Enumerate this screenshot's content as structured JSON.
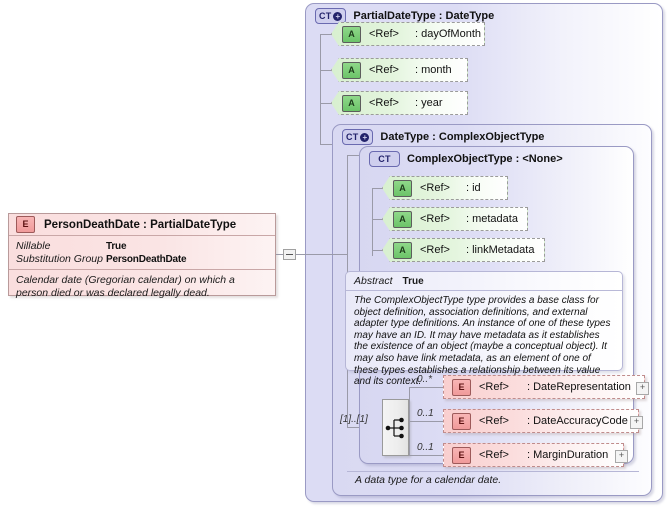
{
  "diagram": {
    "type": "xsd-schema-tree",
    "title": "PersonDeathDate : PartialDateType"
  },
  "element_definition": {
    "badge": "E",
    "title": "PersonDeathDate : PartialDateType",
    "properties": [
      {
        "label": "Nillable",
        "value": "True"
      },
      {
        "label": "Substitution Group",
        "value": "PersonDeathDate"
      }
    ],
    "documentation": "Calendar date (Gregorian calendar) on which a person died or was declared legally dead.",
    "toggle": "−"
  },
  "partial_date_type": {
    "badge": "CT",
    "badge_plus": "+",
    "title": "PartialDateType : DateType",
    "attributes": [
      {
        "badge": "A",
        "ref": "<Ref>",
        "name": ": dayOfMonth"
      },
      {
        "badge": "A",
        "ref": "<Ref>",
        "name": ": month"
      },
      {
        "badge": "A",
        "ref": "<Ref>",
        "name": ": year"
      }
    ]
  },
  "date_type": {
    "badge": "CT",
    "badge_plus": "+",
    "title": "DateType : ComplexObjectType",
    "caption": "A data type for a calendar date."
  },
  "complex_object_type": {
    "badge": "CT",
    "title": "ComplexObjectType : <None>",
    "attributes": [
      {
        "badge": "A",
        "ref": "<Ref>",
        "name": ": id"
      },
      {
        "badge": "A",
        "ref": "<Ref>",
        "name": ": metadata"
      },
      {
        "badge": "A",
        "ref": "<Ref>",
        "name": ": linkMetadata"
      }
    ],
    "abstract_label": "Abstract",
    "abstract_value": "True",
    "documentation": "The ComplexObjectType type provides a base class for object definition, association definitions, and external adapter type definitions. An instance of one of these types may have an ID. It may have metadata as it establishes the existence of an object (maybe a conceptual object). It may also have link metadata, as an element of one of these types establishes a relationship between its value and its context."
  },
  "sequence": {
    "icon": "sequence-node",
    "cardinality": "[1]..[1]",
    "children": [
      {
        "badge": "E",
        "ref": "<Ref>",
        "name": ": DateRepresentation",
        "cardinality": "0..*",
        "expander": "+"
      },
      {
        "badge": "E",
        "ref": "<Ref>",
        "name": ": DateAccuracyCode",
        "cardinality": "0..1",
        "expander": "+"
      },
      {
        "badge": "E",
        "ref": "<Ref>",
        "name": ": MarginDuration",
        "cardinality": "0..1",
        "expander": "+"
      }
    ]
  },
  "colors": {
    "element_pink": "#f9cfcf",
    "attribute_green": "#d8f0d0",
    "container_lavender": "#dcdcf4",
    "line_gray": "#9a9aa8"
  }
}
